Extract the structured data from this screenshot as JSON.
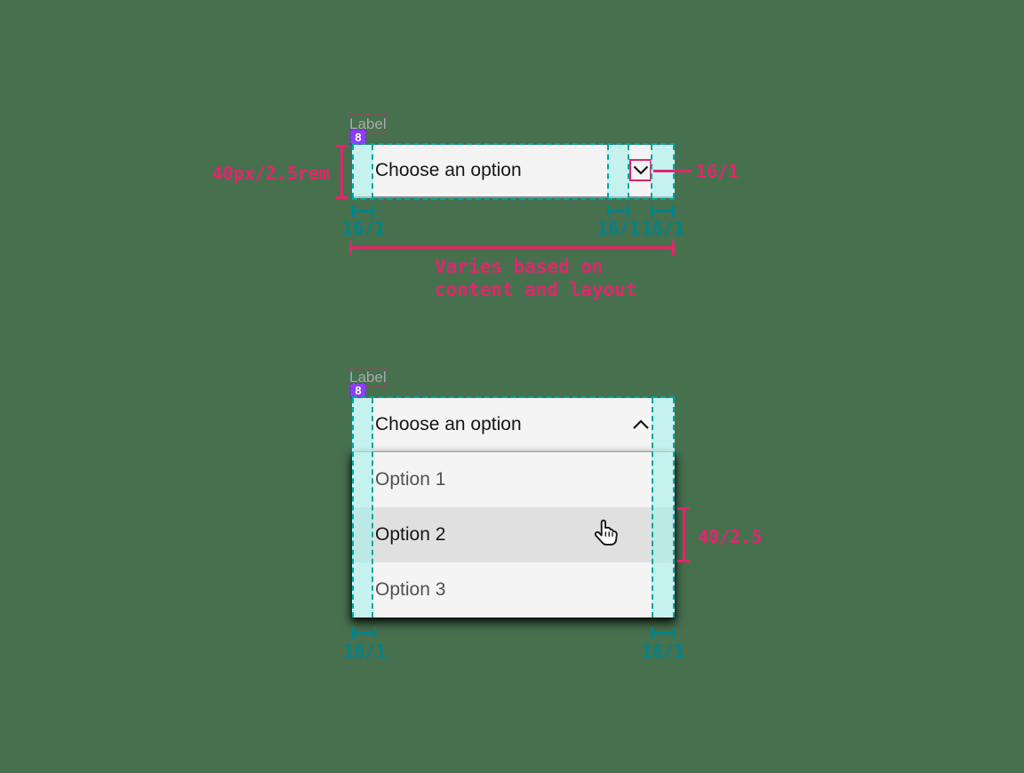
{
  "background": "#47704f",
  "colors": {
    "annotation_pink": "#e0266a",
    "annotation_teal": "#00838a",
    "overlay_fill": "rgba(158,240,235,0.55)",
    "overlay_dash": "#00a5a1",
    "badge_purple": "#8a3ffc",
    "field_bg": "#f4f4f4",
    "hover_bg": "#e0e0e0",
    "field_border": "#8d8d8d",
    "text_primary": "#161616",
    "text_secondary": "#525252",
    "label_gray": "#a9a9a9"
  },
  "closed": {
    "label": "Label",
    "gap_badge": "8",
    "value": "Choose an option",
    "chevron_icon": "chevron-down",
    "ann_height": "40px/2.5rem",
    "ann_icon": "16/1",
    "ann_pad_left": "16/1",
    "ann_pad_icon_left": "16/1",
    "ann_pad_right": "16/1",
    "ann_width_line1": "Varies based on",
    "ann_width_line2": "content and layout"
  },
  "open": {
    "label": "Label",
    "gap_badge": "8",
    "value": "Choose an option",
    "chevron_icon": "chevron-up",
    "cursor_icon": "hand-pointer",
    "options": [
      "Option 1",
      "Option 2",
      "Option 3"
    ],
    "hovered_option": "Option 2",
    "ann_row_height": "40/2.5",
    "ann_pad_left": "16/1",
    "ann_pad_right": "16/1"
  }
}
